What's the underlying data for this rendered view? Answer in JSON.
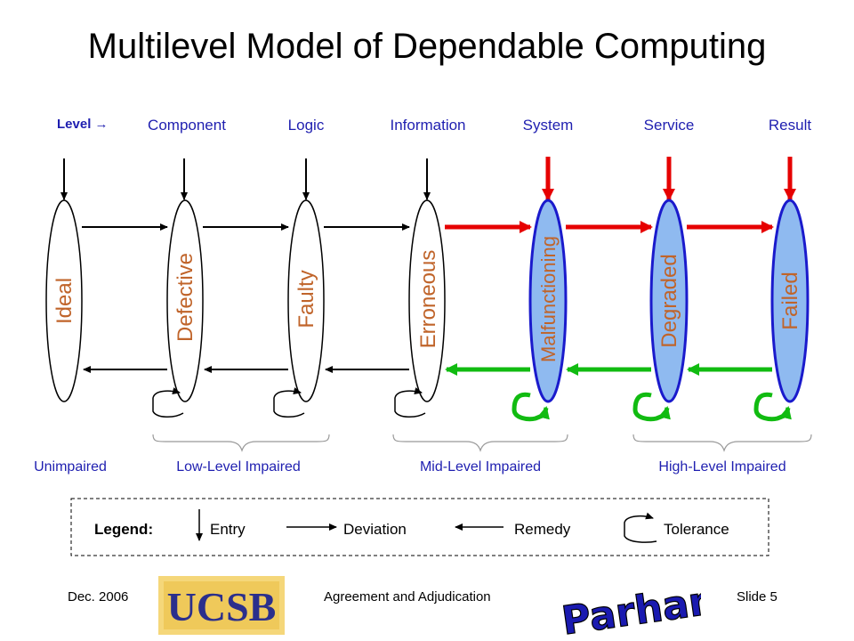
{
  "slide": {
    "title": "Multilevel Model of Dependable Computing"
  },
  "levels": {
    "axis_label": "Level →",
    "names": [
      "Component",
      "Logic",
      "Information",
      "System",
      "Service",
      "Result"
    ]
  },
  "states": [
    "Ideal",
    "Defective",
    "Faulty",
    "Erroneous",
    "Malfunctioning",
    "Degraded",
    "Failed"
  ],
  "groups": [
    "Unimpaired",
    "Low-Level Impaired",
    "Mid-Level Impaired",
    "High-Level Impaired"
  ],
  "legend": {
    "title": "Legend:",
    "entry": "Entry",
    "deviation": "Deviation",
    "remedy": "Remedy",
    "tolerance": "Tolerance"
  },
  "footer": {
    "date": "Dec. 2006",
    "center": "Agreement and Adjudication",
    "slide_no": "Slide 5",
    "logo_ucsb": "UCSB",
    "logo_author": "B Parhami"
  },
  "colors": {
    "state_text": "#c0642a",
    "blue_label": "#1f1fb0",
    "red_arrow": "#e60000",
    "green_arrow": "#11bb11",
    "filled_ellipse": "#8fbaf0",
    "ellipse_stroke_blue": "#1a1acc"
  }
}
